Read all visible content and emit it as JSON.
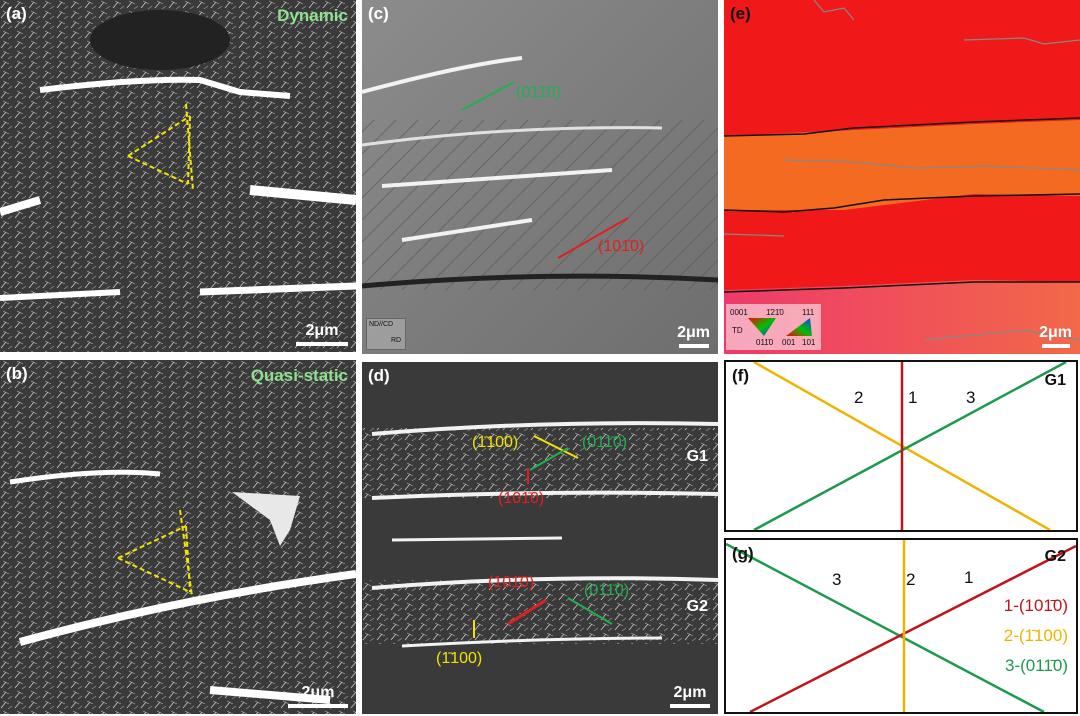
{
  "panels": {
    "a": {
      "label": "(a)",
      "condition": "Dynamic",
      "scale": "2μm"
    },
    "b": {
      "label": "(b)",
      "condition": "Quasi-static",
      "scale": "2μm"
    },
    "c": {
      "label": "(c)",
      "scale": "2μm",
      "plane_green": "(011̄0)",
      "plane_red": "(101̄0)",
      "axis_nd": "ND//CD",
      "axis_rd": "RD"
    },
    "d": {
      "label": "(d)",
      "scale": "2μm",
      "group1": "G1",
      "group2": "G2",
      "g1_yellow": "(1̄100)",
      "g1_green": "(011̄0)",
      "g1_red": "(101̄0)",
      "g2_red": "(101̄0)",
      "g2_green": "(011̄0)",
      "g2_yellow": "(1̄100)"
    },
    "e": {
      "label": "(e)",
      "scale": "2μm",
      "ipf": {
        "a": "0001",
        "b": "1̄21̄0",
        "c": "TD",
        "d": "011̄0",
        "e": "111",
        "f": "001",
        "g": "101"
      }
    },
    "f": {
      "label": "(f)",
      "group": "G1",
      "n1": "1",
      "n2": "2",
      "n3": "3"
    },
    "g": {
      "label": "(g)",
      "group": "G2",
      "n1": "1",
      "n2": "2",
      "n3": "3",
      "legend": [
        "1-(101̄0)",
        "2-(1̄100)",
        "3-(011̄0)"
      ]
    }
  },
  "colors": {
    "red": "#c0141c",
    "yellow": "#f0b400",
    "green": "#1a9a4a",
    "label_green": "#8fe08f",
    "sem_yellow": "#f2e300",
    "sem_green": "#20b050",
    "sem_red": "#e02020"
  }
}
